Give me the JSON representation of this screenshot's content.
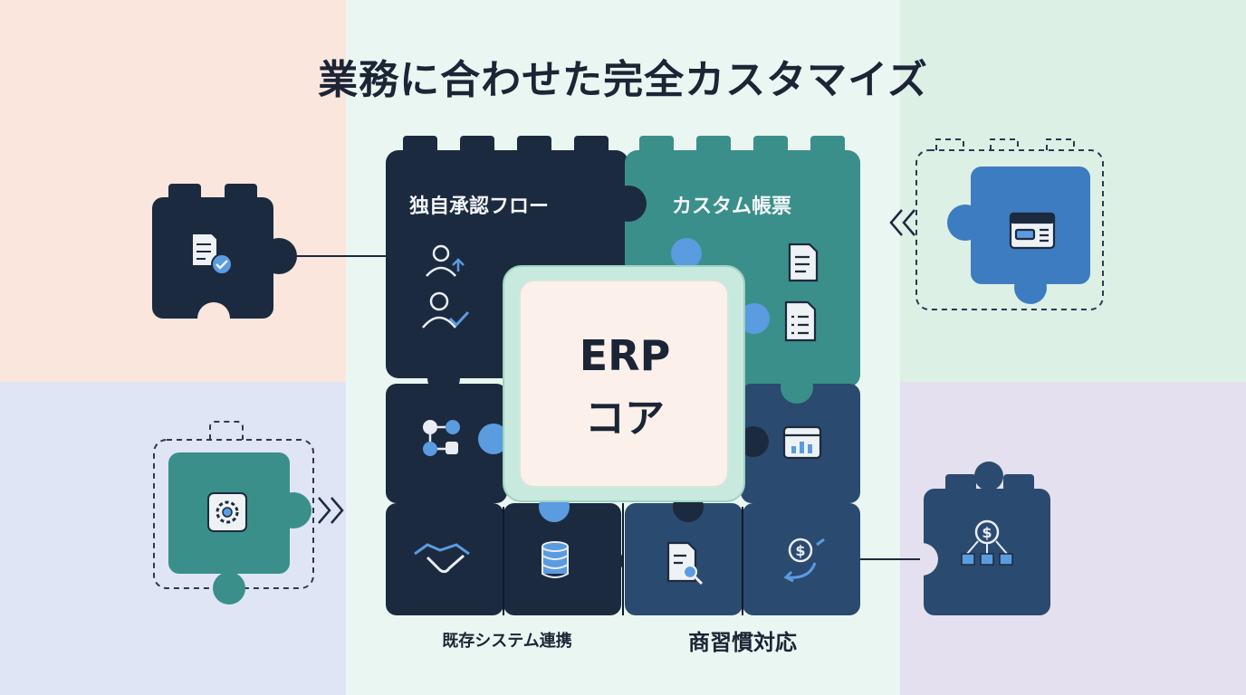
{
  "title": "業務に合わせた完全カスタマイズ",
  "core": {
    "line1": "ERP",
    "line2": "コア"
  },
  "modules": {
    "approval_flow": "独自承認フロー",
    "custom_forms": "カスタム帳票",
    "system_integration": "既存システム連携",
    "business_practices": "商習慣対応"
  },
  "icons": {
    "doc_check": "document-check-icon",
    "window_form": "form-window-icon",
    "gear": "gear-icon",
    "dollar_boxes": "dollar-boxes-icon",
    "user_upload": "user-upload-icon",
    "user_check": "user-check-icon",
    "document": "document-icon",
    "list": "list-document-icon",
    "network": "network-icon",
    "chart": "chart-window-icon",
    "handshake": "handshake-icon",
    "database": "database-icon",
    "search_doc": "document-search-icon",
    "dollar_cycle": "dollar-cycle-icon"
  },
  "colors": {
    "dark_navy": "#1c2a3f",
    "teal": "#3a8f8a",
    "navy_blue": "#2b4a70",
    "blue": "#3d7cc0",
    "light_blue": "#5b9be0",
    "core_fill": "#fbf1ea",
    "core_border": "#bfe3d7"
  }
}
